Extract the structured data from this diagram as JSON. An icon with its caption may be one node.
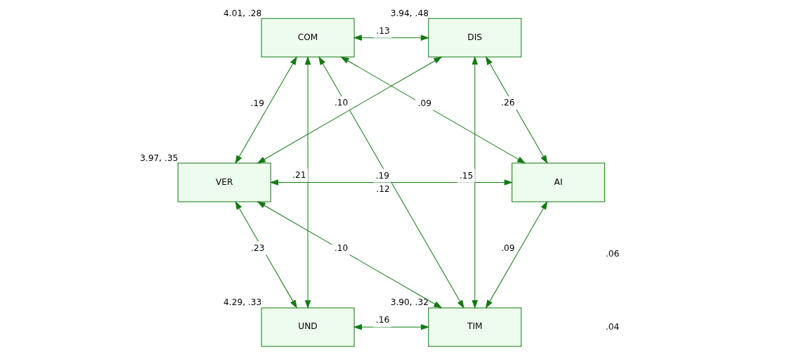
{
  "diagram": {
    "nodes": [
      {
        "text": [
          "AI"
        ]
      },
      {
        "text": [
          "COM"
        ],
        "beside": [
          "4.01, .28"
        ]
      },
      {
        "text": [
          "VER"
        ],
        "beside": [
          "3.97, .35"
        ]
      },
      {
        "text": [
          "TIM"
        ],
        "beside": [
          "3.90, .32"
        ]
      },
      {
        "text": [
          "UND"
        ],
        "beside": [
          "4.29, .33"
        ]
      },
      {
        "text": [
          "DIS"
        ],
        "beside": [
          "3.94, .48"
        ]
      }
    ],
    "edges": [
      {
        "from": 1,
        "to": 2,
        "arrow": "both",
        "label": ".19"
      },
      {
        "from": 1,
        "to": 3,
        "arrow": "both",
        "label": ".12"
      },
      {
        "from": 1,
        "to": 0,
        "arrow": "both",
        "label": ".09"
      },
      {
        "from": 2,
        "to": 0,
        "arrow": "both",
        "label": ".19"
      },
      {
        "from": 2,
        "to": 3,
        "arrow": "both",
        "label": ".10"
      },
      {
        "from": 0,
        "to": 3,
        "arrow": "both",
        "label": ".09"
      },
      {
        "from": 0,
        "to": 5,
        "arrow": "both",
        "label": ".26"
      },
      {
        "from": 3,
        "to": 4,
        "arrow": "both",
        "label": ".16"
      },
      {
        "from": 1,
        "to": 5,
        "arrow": "both",
        "label": ".13"
      },
      {
        "from": 2,
        "to": 5,
        "arrow": "both",
        "label": ".10"
      },
      {
        "from": 2,
        "to": 4,
        "arrow": "both",
        "label": ".23"
      },
      {
        "from": 3,
        "to": 5,
        "arrow": "both",
        "label": ".15"
      },
      {
        "from": 1,
        "to": 4,
        "arrow": "both",
        "label": ".21"
      }
    ],
    "labels": [
      ".04",
      ".06"
    ]
  }
}
